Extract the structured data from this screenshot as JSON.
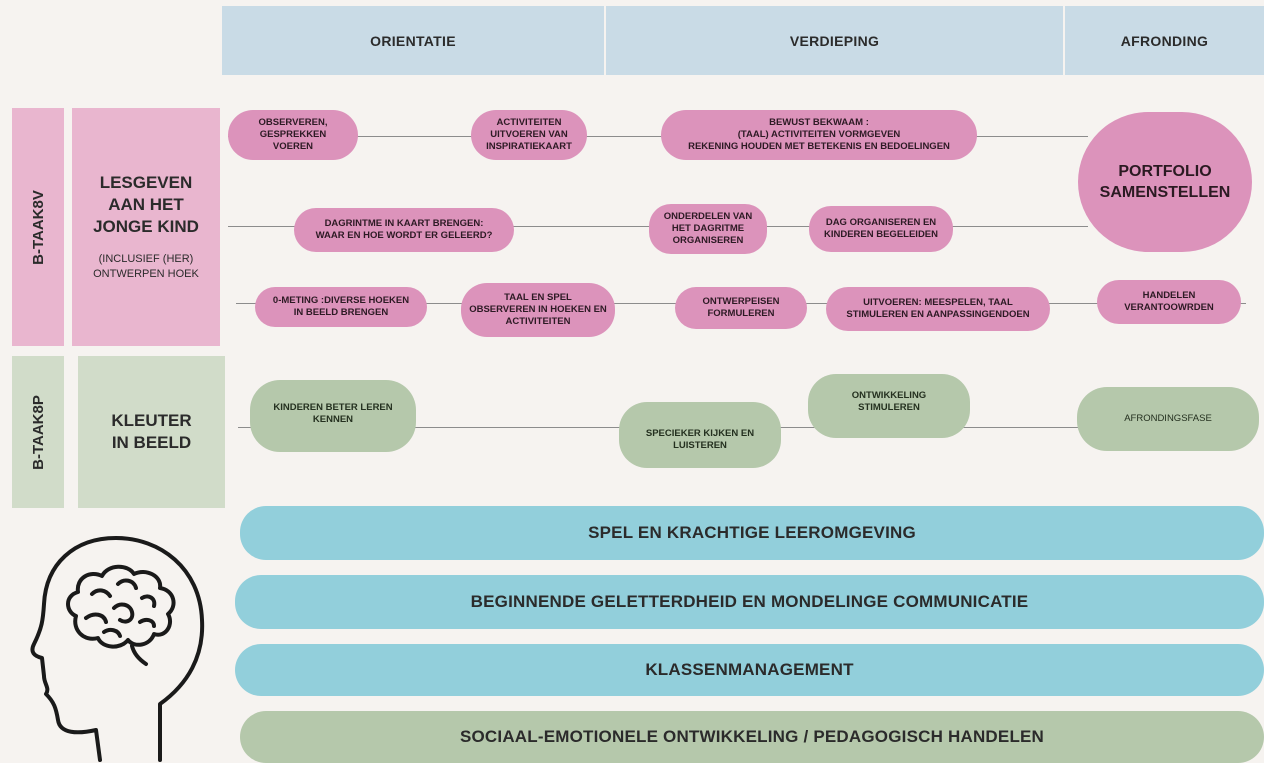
{
  "phases": {
    "orientatie": "ORIENTATIE",
    "verdieping": "VERDIEPING",
    "afronding": "AFRONDING"
  },
  "course1": {
    "code": "B-TAAK8V",
    "title": "LESGEVEN\nAAN HET\nJONGE KIND",
    "subtitle": "(INCLUSIEF (HER)\nONTWERPEN HOEK"
  },
  "course2": {
    "code": "B-TAAK8P",
    "title": "KLEUTER\nIN BEELD"
  },
  "steps": {
    "r1_a": "OBSERVEREN,\nGESPREKKEN\nVOEREN",
    "r1_b": "ACTIVITEITEN\nUITVOEREN VAN\nINSPIRATIEKAART",
    "r1_c": "BEWUST BEKWAAM :\n(TAAL) ACTIVITEITEN VORMGEVEN\nREKENING HOUDEN MET BETEKENIS EN BEDOELINGEN",
    "portfolio": "PORTFOLIO\nSAMENSTELLEN",
    "r2_a": "DAGRINTME IN KAART BRENGEN:\nWAAR EN HOE WORDT ER GELEERD?",
    "r2_b": "ONDERDELEN VAN\nHET DAGRITME\nORGANISEREN",
    "r2_c": "DAG ORGANISEREN EN\nKINDEREN BEGELEIDEN",
    "r3_a": "0-METING :DIVERSE HOEKEN\nIN BEELD BRENGEN",
    "r3_b": "TAAL EN SPEL\nOBSERVEREN IN HOEKEN EN\nACTIVITEITEN",
    "r3_c": "ONTWERPEISEN\nFORMULEREN",
    "r3_d": "UITVOEREN: MEESPELEN, TAAL\nSTIMULEREN EN AANPASSINGENDOEN",
    "r3_e": "HANDELEN\nVERANTOOWRDEN",
    "g_a": "KINDEREN BETER LEREN\nKENNEN",
    "g_b": "SPECIEKER KIJKEN EN\nLUISTEREN",
    "g_c": "ONTWIKKELING\nSTIMULEREN",
    "g_d": "AFRONDINGSFASE"
  },
  "bands": {
    "b1": "SPEL EN KRACHTIGE LEEROMGEVING",
    "b2": "BEGINNENDE GELETTERDHEID EN MONDELINGE COMMUNICATIE",
    "b3": "KLASSENMANAGEMENT",
    "b4": "SOCIAAL-EMOTIONELE ONTWIKKELING  / PEDAGOGISCH HANDELEN"
  },
  "icons": {
    "head": "brain-head-icon"
  },
  "colors": {
    "pink": "#dc93bb",
    "light_pink": "#e9b6cf",
    "green": "#b5c8ab",
    "blue": "#92cfdb",
    "phase": "#c9dbe6"
  }
}
